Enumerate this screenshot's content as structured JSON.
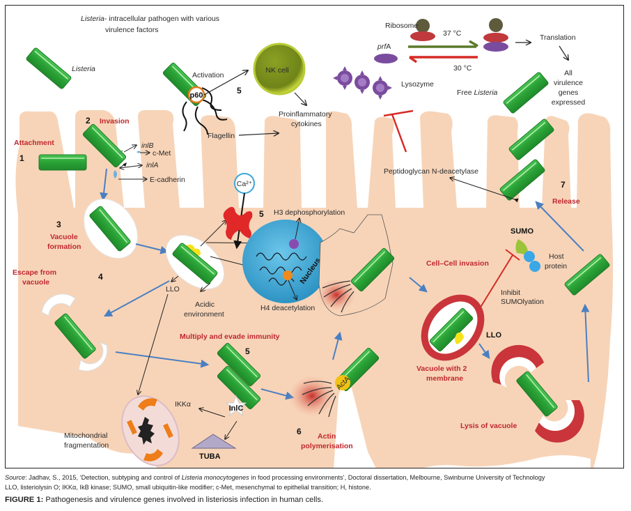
{
  "figure": {
    "title_line1_italic": "Listeria",
    "title_line1_rest": "- intracellular pathogen with various",
    "title_line2": "virulence factors",
    "labels": {
      "listeria": "Listeria",
      "activation": "Activation",
      "p60": "p60",
      "nk_cell": "NK cell",
      "proinflammatory_1": "Proinflammatory",
      "proinflammatory_2": "cytokines",
      "flagellin": "Flagellin",
      "ribosome": "Ribosome",
      "temp_37": "37 °C",
      "temp_30": "30 °C",
      "prfA_italic": "prf",
      "prfA_rest": "A",
      "translation": "Translation",
      "all_1": "All",
      "all_2": "virulence",
      "all_3": "genes",
      "all_4": "expressed",
      "lysozyme": "Lysozyme",
      "free_prefix": "Free ",
      "free_italic": "Listeria",
      "invasion": "Invasion",
      "attachment": "Attachment",
      "inlB": "inlB",
      "c_met": "c-Met",
      "inlA": "inlA",
      "e_cadherin": "E-cadherin",
      "peptidoglycan": "Peptidoglycan N-deacetylase",
      "release": "Release",
      "ca": "Ca²⁺",
      "h3": "H3 dephosphorylation",
      "h4": "H4 deacetylation",
      "nucleus": "Nucleus",
      "vacuole_1": "Vacuole",
      "vacuole_2": "formation",
      "escape_1": "Escape from",
      "escape_2": "vacuole",
      "llo": "LLO",
      "acidic_1": "Acidic",
      "acidic_2": "environment",
      "sumo": "SUMO",
      "host_1": "Host",
      "host_2": "protein",
      "inhibit_1": "Inhibit",
      "inhibit_2": "SUMOlyation",
      "cell_cell": "Cell–Cell invasion",
      "llo_bold": "LLO",
      "vac2_1": "Vacuole with 2",
      "vac2_2": "membrane",
      "multiply": "Multiply and evade immunity",
      "ikka": "IKKα",
      "inlc": "InlC",
      "tuba": "TUBA",
      "mito_1": "Mitochondrial",
      "mito_2": "fragmentation",
      "acta": "ActA",
      "actin_1": "Actin",
      "actin_2": "polymerisation",
      "lysis": "Lysis of vacuole"
    },
    "step_numbers": {
      "s1": "1",
      "s2": "2",
      "s3": "3",
      "s4": "4",
      "s5_nk": "5",
      "s5_ca": "5",
      "s5_mult": "5",
      "s6": "6",
      "s7": "7"
    }
  },
  "caption": {
    "source_label": "Source",
    "source_text_1": ": Jadhav, S., 2015, ‘Detection, subtyping and control of ",
    "source_italic": "Listeria monocytogenes",
    "source_text_2": " in food processing environments’, Doctoral dissertation, Melbourne, Swinburne University of Technology",
    "abbrev": "LLO, listeriolysin O; IKKα, IkB kinase; SUMO, small ubiquitin-like modifier; c-Met, mesenchymal to epithelial transition; H, histone.",
    "figure_label": "FIGURE 1:",
    "figure_text": " Pathogenesis and virulence genes involved in listeriosis infection in human cells."
  },
  "colors": {
    "cell": "#f7d4b8",
    "bacterium": "#2eaa3a",
    "label_red": "#c0272d",
    "arrow_blue": "#4a7fc1",
    "nucleus": "#3aa7d6",
    "nk_cell": "#7a8f1c"
  }
}
